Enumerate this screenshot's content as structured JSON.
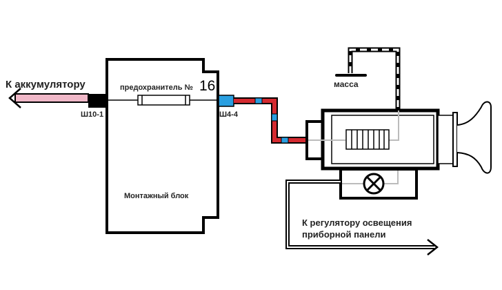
{
  "labels": {
    "battery": "К аккумулятору",
    "connector_left": "Ш10-1",
    "fuse": "предохранитель №",
    "fuse_number": "16",
    "connector_right": "Ш4-4",
    "mounting_block": "Монтажный блок",
    "ground": "масса",
    "regulator_line1": "К регулятору освещения",
    "regulator_line2": "приборной панели"
  },
  "colors": {
    "wire_battery": "#f0b8c8",
    "wire_red": "#d42a30",
    "connector_blue": "#2a9fe0",
    "outline": "#000000",
    "inner_wire": "#bbbbbb"
  }
}
